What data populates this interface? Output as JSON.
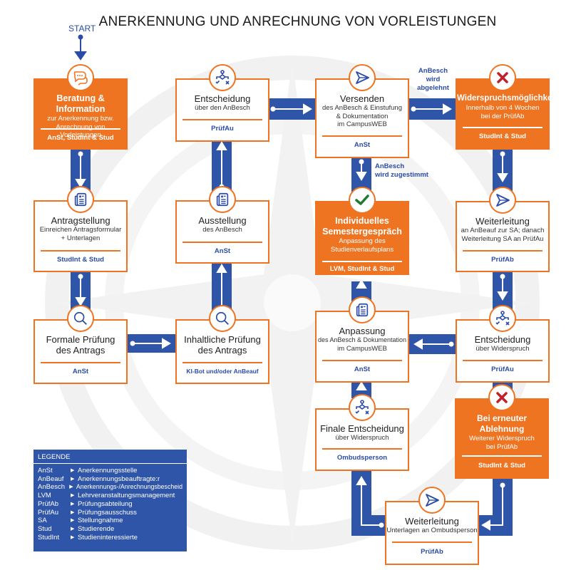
{
  "title": "ANERKENNUNG UND ANRECHNUNG VON VORLEISTUNGEN",
  "start_label": "START",
  "colors": {
    "orange": "#ef7422",
    "blue": "#2f55a8",
    "text_blue": "#2a4ca8",
    "check_green": "#1e7a2e",
    "cross_red": "#c0202a",
    "background_compass": "#f2f2f2"
  },
  "steps": [
    {
      "id": "beratung",
      "style": "orange",
      "icon": "chat-bubbles-icon",
      "head": "Beratung & Information",
      "sub": [
        "zur Anerkennung bzw.",
        "Anrechnung von Vorleistungen"
      ],
      "role": "AnSt, StudInt & Stud"
    },
    {
      "id": "antragstellung",
      "style": "white",
      "icon": "document-icon",
      "head": "Antragstellung",
      "sub": [
        "Einreichen Antragsformular",
        "+ Unterlagen"
      ],
      "role": "StudInt & Stud"
    },
    {
      "id": "formale-pruefung",
      "style": "white",
      "icon": "magnifier-icon",
      "head": "Formale Prüfung",
      "head2": "des Antrags",
      "sub": [],
      "role": "AnSt"
    },
    {
      "id": "inhaltliche-pruefung",
      "style": "white",
      "icon": "magnifier-icon",
      "head": "Inhaltliche Prüfung",
      "head2": "des Antrags",
      "sub": [],
      "role": "KI-Bot und/oder AnBeauf"
    },
    {
      "id": "ausstellung",
      "style": "white",
      "icon": "document-icon",
      "head": "Ausstellung",
      "sub": [
        "des AnBesch"
      ],
      "role": "AnSt"
    },
    {
      "id": "entscheidung-anbesch",
      "style": "white",
      "icon": "decision-flow-icon",
      "head": "Entscheidung",
      "sub": [
        "über den AnBesch"
      ],
      "role": "PrüfAu"
    },
    {
      "id": "versenden",
      "style": "white",
      "icon": "send-icon",
      "head": "Versenden",
      "sub": [
        "des  AnBesch & Einstufung",
        "& Dokumentation",
        "im CampusWEB"
      ],
      "role": "AnSt"
    },
    {
      "id": "widerspruchsmoeglichkeit",
      "style": "orange",
      "icon": "cross-icon",
      "head": "Widerspruchsmöglichkeit",
      "sub": [
        "Innerhalb von 4 Wochen",
        "bei der PrüfAb"
      ],
      "role": "StudInt & Stud"
    },
    {
      "id": "semestergespraech",
      "style": "orange",
      "icon": "check-icon",
      "head": "Individuelles",
      "head2": "Semestergespräch",
      "sub": [
        "Anpassung des",
        "Studienverlaufsplans"
      ],
      "role": "LVM, StudInt & Stud"
    },
    {
      "id": "weiterleitung-sa",
      "style": "white",
      "icon": "send-icon",
      "head": "Weiterleitung",
      "sub": [
        "an AnBeauf zur SA; danach",
        "Weiterleitung SA an PrüfAu"
      ],
      "role": "PrüfAb"
    },
    {
      "id": "anpassung",
      "style": "white",
      "icon": "document-icon",
      "head": "Anpassung",
      "sub": [
        "des AnBesch & Dokumentation",
        "im CampusWEB"
      ],
      "role": "AnSt"
    },
    {
      "id": "entscheidung-widerspruch",
      "style": "white",
      "icon": "decision-flow-icon",
      "head": "Entscheidung",
      "sub": [
        "über Widerspruch"
      ],
      "role": "PrüfAu"
    },
    {
      "id": "finale-entscheidung",
      "style": "white",
      "icon": "decision-flow-icon",
      "head": "Finale Entscheidung",
      "sub": [
        "über Widerspruch"
      ],
      "role": "Ombudsperson"
    },
    {
      "id": "erneute-ablehnung",
      "style": "orange",
      "icon": "cross-icon",
      "head": "Bei erneuter Ablehnung",
      "sub": [
        "Weiterer Widerspruch",
        "bei PrüfAb"
      ],
      "role": "StudInt & Stud"
    },
    {
      "id": "weiterleitung-ombudsperson",
      "style": "white",
      "icon": "send-icon",
      "head": "Weiterleitung",
      "sub": [
        "Unterlagen an Ombudsperson"
      ],
      "role": "PrüfAb"
    }
  ],
  "notes": {
    "abgelehnt": [
      "AnBesch",
      "wird",
      "abgelehnt"
    ],
    "zugestimmt": [
      "AnBesch",
      "wird zugestimmt"
    ]
  },
  "legend": {
    "title": "LEGENDE",
    "entries": [
      {
        "abbr": "AnSt",
        "meaning": "Anerkennungsstelle"
      },
      {
        "abbr": "AnBeauf",
        "meaning": "Anerkennungsbeauftragte:r"
      },
      {
        "abbr": "AnBesch",
        "meaning": "Anerkennungs-/Anrechnungsbescheid"
      },
      {
        "abbr": "LVM",
        "meaning": "Lehrveranstaltungsmanagement"
      },
      {
        "abbr": "PrüfAb",
        "meaning": "Prüfungsabteilung"
      },
      {
        "abbr": "PrüfAu",
        "meaning": "Prüfungsausschuss"
      },
      {
        "abbr": "SA",
        "meaning": "Stellungnahme"
      },
      {
        "abbr": "Stud",
        "meaning": "Studierende"
      },
      {
        "abbr": "StudInt",
        "meaning": "Studieninteressierte"
      }
    ]
  }
}
